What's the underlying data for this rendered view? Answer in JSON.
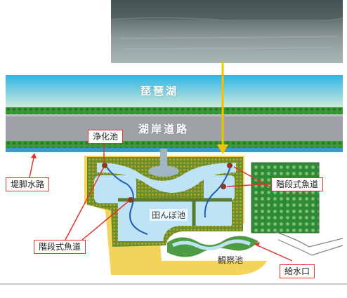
{
  "labels": {
    "lake": "琵琶湖",
    "road": "湖岸道路",
    "purification_pond": "浄化池",
    "embankment_channel": "堤脚水路",
    "stepped_fishway_right": "階段式魚道",
    "paddy_pond": "田んぼ池",
    "stepped_fishway_left": "階段式魚道",
    "observation_pond": "観察池",
    "water_inlet": "給水口"
  },
  "colors": {
    "lake_top": "#2fb3e5",
    "lake_bottom": "#cfeadc",
    "road": "#9fa3a8",
    "hedge": "#3d9a3a",
    "pond_water": "#bfe3f6",
    "sand": "#f3d35a",
    "callout": "#e0352b",
    "arrow": "#f2c200"
  }
}
